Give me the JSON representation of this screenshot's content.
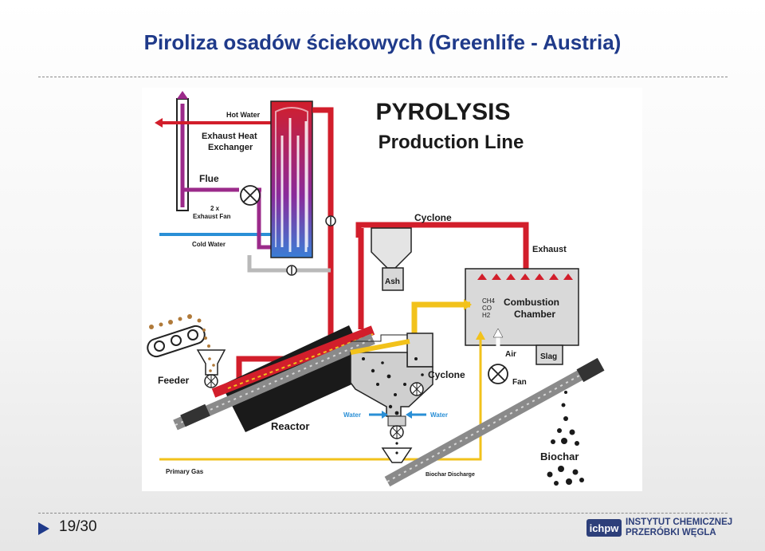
{
  "slide": {
    "title": "Piroliza osadów ściekowych (Greenlife - Austria)",
    "page_number": "19/30"
  },
  "logo": {
    "mark": "ichpw",
    "line1": "INSTYTUT CHEMICZNEJ",
    "line2": "PRZERÓBKI WĘGLA"
  },
  "diagram": {
    "heading_line1": "PYROLYSIS",
    "heading_line2": "Production Line",
    "labels": {
      "hot_water": "Hot Water",
      "exhaust_heat_exchanger_1": "Exhaust Heat",
      "exhaust_heat_exchanger_2": "Exchanger",
      "flue": "Flue",
      "exhaust_fan_1": "2 x",
      "exhaust_fan_2": "Exhaust Fan",
      "cold_water": "Cold Water",
      "cyclone_top": "Cyclone",
      "ash": "Ash",
      "exhaust": "Exhaust",
      "ch4": "CH4",
      "co": "CO",
      "h2": "H2",
      "combustion_1": "Combustion",
      "combustion_2": "Chamber",
      "air": "Air",
      "slag": "Slag",
      "fan": "Fan",
      "feeder": "Feeder",
      "cyclone_bottom": "Cyclone",
      "water_left": "Water",
      "water_right": "Water",
      "reactor": "Reactor",
      "biochar": "Biochar",
      "primary_gas": "Primary Gas",
      "biochar_discharge": "Biochar Discharge"
    },
    "colors": {
      "red": "#d21e2b",
      "purple": "#9b2a8a",
      "blue": "#2a8fd6",
      "yellow": "#f2c21b",
      "gray": "#b9b9b9",
      "dark": "#1a1a1a",
      "title_blue": "#1f3a8a"
    }
  }
}
